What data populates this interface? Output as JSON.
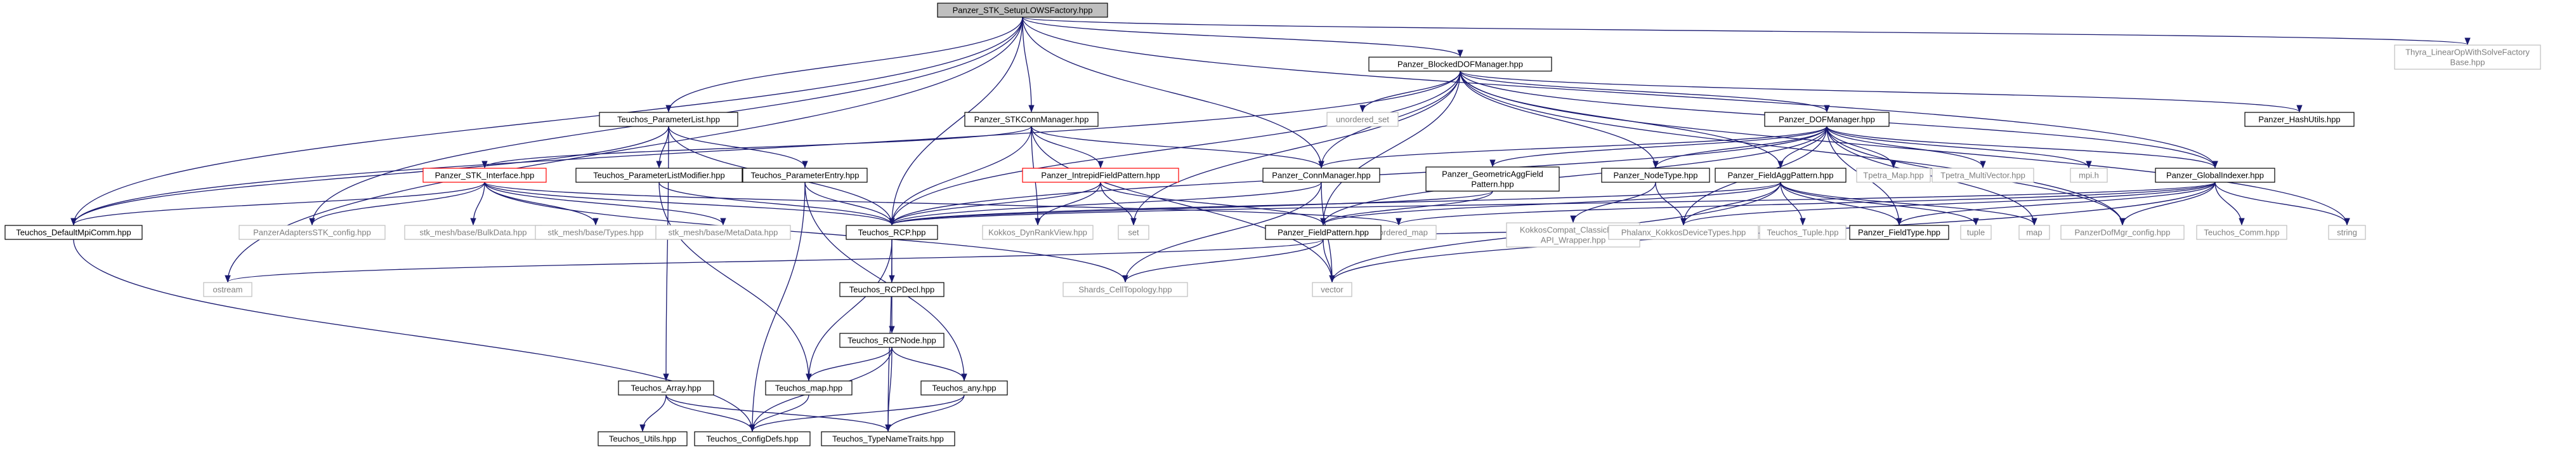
{
  "title": "Panzer_STK_SetupLOWSFactory.hpp",
  "colors": {
    "root_fill": "#bfbfbf",
    "node_fill": "#ffffff",
    "node_stroke": "#000000",
    "external_stroke": "#bfbfbf",
    "truncated_stroke": "#ff0000",
    "edge": "#191970",
    "external_text": "#7f7f7f"
  },
  "nodes": [
    {
      "id": "root",
      "label": "Panzer_STK_SetupLOWSFactory.hpp",
      "kind": "root"
    },
    {
      "id": "thyra",
      "label": "Thyra_LinearOpWithSolveFactory\nBase.hpp",
      "kind": "external"
    },
    {
      "id": "blocked",
      "label": "Panzer_BlockedDOFManager.hpp",
      "kind": "file"
    },
    {
      "id": "tparamlist",
      "label": "Teuchos_ParameterList.hpp",
      "kind": "file"
    },
    {
      "id": "stkconn",
      "label": "Panzer_STKConnManager.hpp",
      "kind": "file"
    },
    {
      "id": "unordered_set",
      "label": "unordered_set",
      "kind": "external"
    },
    {
      "id": "dofmgr",
      "label": "Panzer_DOFManager.hpp",
      "kind": "file"
    },
    {
      "id": "hashutils",
      "label": "Panzer_HashUtils.hpp",
      "kind": "file"
    },
    {
      "id": "stkiface",
      "label": "Panzer_STK_Interface.hpp",
      "kind": "truncated"
    },
    {
      "id": "tparamlistmod",
      "label": "Teuchos_ParameterListModifier.hpp",
      "kind": "file"
    },
    {
      "id": "tparamentry",
      "label": "Teuchos_ParameterEntry.hpp",
      "kind": "file"
    },
    {
      "id": "intrepid",
      "label": "Panzer_IntrepidFieldPattern.hpp",
      "kind": "truncated"
    },
    {
      "id": "connmgr",
      "label": "Panzer_ConnManager.hpp",
      "kind": "file"
    },
    {
      "id": "geomagg",
      "label": "Panzer_GeometricAggField\nPattern.hpp",
      "kind": "file"
    },
    {
      "id": "nodetype",
      "label": "Panzer_NodeType.hpp",
      "kind": "file"
    },
    {
      "id": "fieldagg",
      "label": "Panzer_FieldAggPattern.hpp",
      "kind": "file"
    },
    {
      "id": "tpetramap",
      "label": "Tpetra_Map.hpp",
      "kind": "external"
    },
    {
      "id": "tpetramv",
      "label": "Tpetra_MultiVector.hpp",
      "kind": "external"
    },
    {
      "id": "mpih",
      "label": "mpi.h",
      "kind": "external"
    },
    {
      "id": "globalidx",
      "label": "Panzer_GlobalIndexer.hpp",
      "kind": "file"
    },
    {
      "id": "defmpicomm",
      "label": "Teuchos_DefaultMpiComm.hpp",
      "kind": "file"
    },
    {
      "id": "adaptersconf",
      "label": "PanzerAdaptersSTK_config.hpp",
      "kind": "external"
    },
    {
      "id": "bulkdata",
      "label": "stk_mesh/base/BulkData.hpp",
      "kind": "external"
    },
    {
      "id": "types",
      "label": "stk_mesh/base/Types.hpp",
      "kind": "external"
    },
    {
      "id": "metadata",
      "label": "stk_mesh/base/MetaData.hpp",
      "kind": "external"
    },
    {
      "id": "rcp",
      "label": "Teuchos_RCP.hpp",
      "kind": "file"
    },
    {
      "id": "kokkosdyn",
      "label": "Kokkos_DynRankView.hpp",
      "kind": "external"
    },
    {
      "id": "set",
      "label": "set",
      "kind": "external"
    },
    {
      "id": "kokkoscompat",
      "label": "KokkosCompat_ClassicNode\nAPI_Wrapper.hpp",
      "kind": "external"
    },
    {
      "id": "unordered_map",
      "label": "unordered_map",
      "kind": "external"
    },
    {
      "id": "fieldpattern",
      "label": "Panzer_FieldPattern.hpp",
      "kind": "file"
    },
    {
      "id": "phalanx",
      "label": "Phalanx_KokkosDeviceTypes.hpp",
      "kind": "external"
    },
    {
      "id": "ttuple",
      "label": "Teuchos_Tuple.hpp",
      "kind": "external"
    },
    {
      "id": "fieldtype",
      "label": "Panzer_FieldType.hpp",
      "kind": "file"
    },
    {
      "id": "tuple",
      "label": "tuple",
      "kind": "external"
    },
    {
      "id": "map",
      "label": "map",
      "kind": "external"
    },
    {
      "id": "dofmgrconf",
      "label": "PanzerDofMgr_config.hpp",
      "kind": "external"
    },
    {
      "id": "tcomm",
      "label": "Teuchos_Comm.hpp",
      "kind": "external"
    },
    {
      "id": "string",
      "label": "string",
      "kind": "external"
    },
    {
      "id": "ostream",
      "label": "ostream",
      "kind": "external"
    },
    {
      "id": "rcpdecl",
      "label": "Teuchos_RCPDecl.hpp",
      "kind": "file"
    },
    {
      "id": "shards",
      "label": "Shards_CellTopology.hpp",
      "kind": "external"
    },
    {
      "id": "vector",
      "label": "vector",
      "kind": "external"
    },
    {
      "id": "rcpnode",
      "label": "Teuchos_RCPNode.hpp",
      "kind": "file"
    },
    {
      "id": "tarray",
      "label": "Teuchos_Array.hpp",
      "kind": "file"
    },
    {
      "id": "tmap",
      "label": "Teuchos_map.hpp",
      "kind": "file"
    },
    {
      "id": "tany",
      "label": "Teuchos_any.hpp",
      "kind": "file"
    },
    {
      "id": "tutils",
      "label": "Teuchos_Utils.hpp",
      "kind": "file"
    },
    {
      "id": "configdefs",
      "label": "Teuchos_ConfigDefs.hpp",
      "kind": "file"
    },
    {
      "id": "typenametraits",
      "label": "Teuchos_TypeNameTraits.hpp",
      "kind": "file"
    }
  ],
  "edges": [
    [
      "root",
      "thyra"
    ],
    [
      "root",
      "blocked"
    ],
    [
      "root",
      "tparamlist"
    ],
    [
      "root",
      "stkconn"
    ],
    [
      "root",
      "defmpicomm"
    ],
    [
      "root",
      "adaptersconf"
    ],
    [
      "root",
      "ostream"
    ],
    [
      "root",
      "rcp"
    ],
    [
      "root",
      "globalidx"
    ],
    [
      "root",
      "connmgr"
    ],
    [
      "blocked",
      "unordered_set"
    ],
    [
      "blocked",
      "dofmgr"
    ],
    [
      "blocked",
      "hashutils"
    ],
    [
      "blocked",
      "globalidx"
    ],
    [
      "blocked",
      "rcp"
    ],
    [
      "blocked",
      "connmgr"
    ],
    [
      "blocked",
      "set"
    ],
    [
      "blocked",
      "defmpicomm"
    ],
    [
      "blocked",
      "fieldpattern"
    ],
    [
      "blocked",
      "nodetype"
    ],
    [
      "blocked",
      "fieldagg"
    ],
    [
      "blocked",
      "string"
    ],
    [
      "blocked",
      "dofmgrconf"
    ],
    [
      "tparamlist",
      "tparamlistmod"
    ],
    [
      "tparamlist",
      "tparamentry"
    ],
    [
      "tparamlist",
      "rcp"
    ],
    [
      "tparamlist",
      "tarray"
    ],
    [
      "tparamlist",
      "defmpicomm"
    ],
    [
      "stkconn",
      "stkiface"
    ],
    [
      "stkconn",
      "intrepid"
    ],
    [
      "stkconn",
      "connmgr"
    ],
    [
      "stkconn",
      "rcp"
    ],
    [
      "stkconn",
      "kokkosdyn"
    ],
    [
      "stkconn",
      "vector"
    ],
    [
      "dofmgr",
      "connmgr"
    ],
    [
      "dofmgr",
      "geomagg"
    ],
    [
      "dofmgr",
      "nodetype"
    ],
    [
      "dofmgr",
      "fieldagg"
    ],
    [
      "dofmgr",
      "tpetramap"
    ],
    [
      "dofmgr",
      "tpetramv"
    ],
    [
      "dofmgr",
      "mpih"
    ],
    [
      "dofmgr",
      "globalidx"
    ],
    [
      "dofmgr",
      "rcp"
    ],
    [
      "dofmgr",
      "fieldpattern"
    ],
    [
      "dofmgr",
      "phalanx"
    ],
    [
      "dofmgr",
      "map"
    ],
    [
      "dofmgr",
      "dofmgrconf"
    ],
    [
      "dofmgr",
      "fieldtype"
    ],
    [
      "stkiface",
      "defmpicomm"
    ],
    [
      "stkiface",
      "adaptersconf"
    ],
    [
      "stkiface",
      "bulkdata"
    ],
    [
      "stkiface",
      "types"
    ],
    [
      "stkiface",
      "metadata"
    ],
    [
      "stkiface",
      "rcp"
    ],
    [
      "stkiface",
      "unordered_map"
    ],
    [
      "stkiface",
      "shards"
    ],
    [
      "tparamlistmod",
      "rcp"
    ],
    [
      "tparamlistmod",
      "tmap"
    ],
    [
      "tparamentry",
      "rcp"
    ],
    [
      "tparamentry",
      "tany"
    ],
    [
      "tparamentry",
      "configdefs"
    ],
    [
      "intrepid",
      "rcp"
    ],
    [
      "intrepid",
      "kokkosdyn"
    ],
    [
      "intrepid",
      "set"
    ],
    [
      "intrepid",
      "fieldpattern"
    ],
    [
      "connmgr",
      "rcp"
    ],
    [
      "connmgr",
      "shards"
    ],
    [
      "connmgr",
      "vector"
    ],
    [
      "geomagg",
      "fieldpattern"
    ],
    [
      "geomagg",
      "rcp"
    ],
    [
      "nodetype",
      "kokkoscompat"
    ],
    [
      "nodetype",
      "phalanx"
    ],
    [
      "fieldagg",
      "fieldpattern"
    ],
    [
      "fieldagg",
      "ttuple"
    ],
    [
      "fieldagg",
      "fieldtype"
    ],
    [
      "fieldagg",
      "tuple"
    ],
    [
      "fieldagg",
      "map"
    ],
    [
      "fieldagg",
      "rcp"
    ],
    [
      "fieldagg",
      "phalanx"
    ],
    [
      "fieldagg",
      "vector"
    ],
    [
      "globalidx",
      "dofmgrconf"
    ],
    [
      "globalidx",
      "tcomm"
    ],
    [
      "globalidx",
      "string"
    ],
    [
      "globalidx",
      "rcp"
    ],
    [
      "globalidx",
      "phalanx"
    ],
    [
      "globalidx",
      "fieldtype"
    ],
    [
      "globalidx",
      "unordered_map"
    ],
    [
      "globalidx",
      "vector"
    ],
    [
      "defmpicomm",
      "configdefs"
    ],
    [
      "rcp",
      "rcpdecl"
    ],
    [
      "rcp",
      "tmap"
    ],
    [
      "rcp",
      "typenametraits"
    ],
    [
      "fieldpattern",
      "ostream"
    ],
    [
      "fieldpattern",
      "shards"
    ],
    [
      "fieldpattern",
      "vector"
    ],
    [
      "fieldpattern",
      "phalanx"
    ],
    [
      "rcpdecl",
      "rcpnode"
    ],
    [
      "rcpnode",
      "tmap"
    ],
    [
      "rcpnode",
      "tany"
    ],
    [
      "rcpnode",
      "configdefs"
    ],
    [
      "rcpnode",
      "typenametraits"
    ],
    [
      "tarray",
      "tutils"
    ],
    [
      "tarray",
      "configdefs"
    ],
    [
      "tarray",
      "typenametraits"
    ],
    [
      "tmap",
      "configdefs"
    ],
    [
      "tany",
      "typenametraits"
    ],
    [
      "tany",
      "configdefs"
    ]
  ]
}
